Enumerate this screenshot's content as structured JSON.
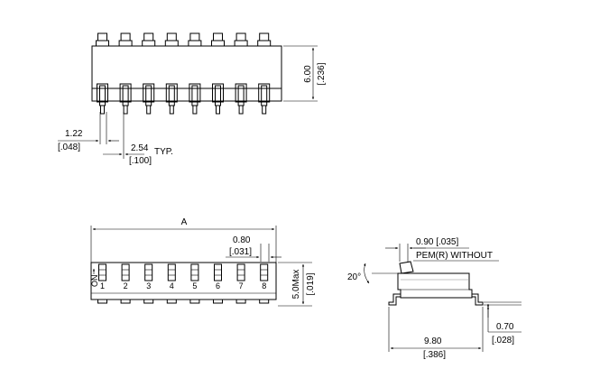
{
  "top_view": {
    "height_mm": "6.00",
    "height_in": "[.236]",
    "lead_width_mm": "1.22",
    "lead_width_in": "[.048]",
    "pitch_mm": "2.54",
    "pitch_in": "[.100]",
    "pitch_note": "TYP."
  },
  "front_view": {
    "length_label": "A",
    "actuator_mm": "0.80",
    "actuator_in": "[.031]",
    "height_label": "5.0Max",
    "height_in": "[.019]",
    "on_label": "ON",
    "pin_numbers": [
      "1",
      "2",
      "3",
      "4",
      "5",
      "6",
      "7",
      "8"
    ]
  },
  "side_view": {
    "actuator_offset": "0.90 [.035]",
    "pem_note": "PEM(R) WITHOUT",
    "angle": "20°",
    "lead_height_mm": "0.70",
    "lead_height_in": "[.028]",
    "width_mm": "9.80",
    "width_in": "[.386]"
  }
}
